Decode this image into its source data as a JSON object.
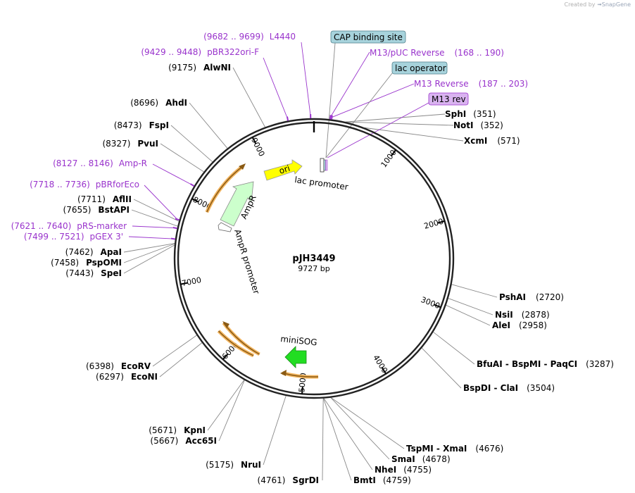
{
  "credit": {
    "prefix": "Created by",
    "brand": "SnapGene"
  },
  "plasmid": {
    "name": "pJH3449",
    "length_label": "9727 bp",
    "length": 9727
  },
  "ticks": [
    {
      "label": "1000",
      "pos": 1000
    },
    {
      "label": "2000",
      "pos": 2000
    },
    {
      "label": "3000",
      "pos": 3000
    },
    {
      "label": "4000",
      "pos": 4000
    },
    {
      "label": "5000",
      "pos": 5000
    },
    {
      "label": "6000",
      "pos": 6000
    },
    {
      "label": "7000",
      "pos": 7000
    },
    {
      "label": "8000",
      "pos": 8000
    },
    {
      "label": "9000",
      "pos": 9000
    }
  ],
  "enzymes": [
    {
      "name": "SphI",
      "pos_label": "(351)",
      "pos": 351
    },
    {
      "name": "NotI",
      "pos_label": "(352)",
      "pos": 352
    },
    {
      "name": "XcmI",
      "pos_label": "(571)",
      "pos": 571
    },
    {
      "name": "PshAI",
      "pos_label": "(2720)",
      "pos": 2720
    },
    {
      "name": "NsiI",
      "pos_label": "(2878)",
      "pos": 2878
    },
    {
      "name": "AleI",
      "pos_label": "(2958)",
      "pos": 2958
    },
    {
      "name": "BfuAI - BspMI - PaqCI",
      "pos_label": "(3287)",
      "pos": 3287
    },
    {
      "name": "BspDI - ClaI",
      "pos_label": "(3504)",
      "pos": 3504
    },
    {
      "name": "TspMI - XmaI",
      "pos_label": "(4676)",
      "pos": 4676
    },
    {
      "name": "SmaI",
      "pos_label": "(4678)",
      "pos": 4678
    },
    {
      "name": "NheI",
      "pos_label": "(4755)",
      "pos": 4755
    },
    {
      "name": "BmtI",
      "pos_label": "(4759)",
      "pos": 4759
    },
    {
      "name": "SgrDI",
      "pos_label": "(4761)",
      "pos": 4761
    },
    {
      "name": "NruI",
      "pos_label": "(5175)",
      "pos": 5175
    },
    {
      "name": "Acc65I",
      "pos_label": "(5667)",
      "pos": 5667
    },
    {
      "name": "KpnI",
      "pos_label": "(5671)",
      "pos": 5671
    },
    {
      "name": "EcoNI",
      "pos_label": "(6297)",
      "pos": 6297
    },
    {
      "name": "EcoRV",
      "pos_label": "(6398)",
      "pos": 6398
    },
    {
      "name": "SpeI",
      "pos_label": "(7443)",
      "pos": 7443
    },
    {
      "name": "PspOMI",
      "pos_label": "(7458)",
      "pos": 7458
    },
    {
      "name": "ApaI",
      "pos_label": "(7462)",
      "pos": 7462
    },
    {
      "name": "BstAPI",
      "pos_label": "(7655)",
      "pos": 7655
    },
    {
      "name": "AflII",
      "pos_label": "(7711)",
      "pos": 7711
    },
    {
      "name": "PvuI",
      "pos_label": "(8327)",
      "pos": 8327
    },
    {
      "name": "FspI",
      "pos_label": "(8473)",
      "pos": 8473
    },
    {
      "name": "AhdI",
      "pos_label": "(8696)",
      "pos": 8696
    },
    {
      "name": "AlwNI",
      "pos_label": "(9175)",
      "pos": 9175
    }
  ],
  "primers": [
    {
      "name": "L4440",
      "range_label": "(9682 .. 9699)",
      "pos": 9690
    },
    {
      "name": "pBR322ori-F",
      "range_label": "(9429 .. 9448)",
      "pos": 9438
    },
    {
      "name": "M13/pUC Reverse",
      "range_label": "(168 .. 190)",
      "pos": 179
    },
    {
      "name": "M13 Reverse",
      "range_label": "(187 .. 203)",
      "pos": 195
    },
    {
      "name": "Amp-R",
      "range_label": "(8127 .. 8146)",
      "pos": 8136
    },
    {
      "name": "pBRforEco",
      "range_label": "(7718 .. 7736)",
      "pos": 7727
    },
    {
      "name": "pRS-marker",
      "range_label": "(7621 .. 7640)",
      "pos": 7630
    },
    {
      "name": "pGEX 3'",
      "range_label": "(7499 .. 7521)",
      "pos": 7510
    }
  ],
  "boxed_features": [
    {
      "name": "CAP binding site",
      "color": "#a7d3dc"
    },
    {
      "name": "lac operator",
      "color": "#a7d3dc"
    },
    {
      "name": "M13 rev",
      "color": "#d9b3f0"
    }
  ],
  "features": [
    {
      "name": "ori",
      "color": "#ffff00"
    },
    {
      "name": "AmpR",
      "color": "#ccffcc"
    },
    {
      "name": "AmpR promoter",
      "color": "#ffffff"
    },
    {
      "name": "lac promoter",
      "color": "#ffffff"
    },
    {
      "name": "miniSOG",
      "color": "#22dd22"
    }
  ],
  "colors": {
    "primer_text": "#9933cc",
    "enzyme_text": "#000000",
    "orange_feature": "#f7b35a"
  }
}
